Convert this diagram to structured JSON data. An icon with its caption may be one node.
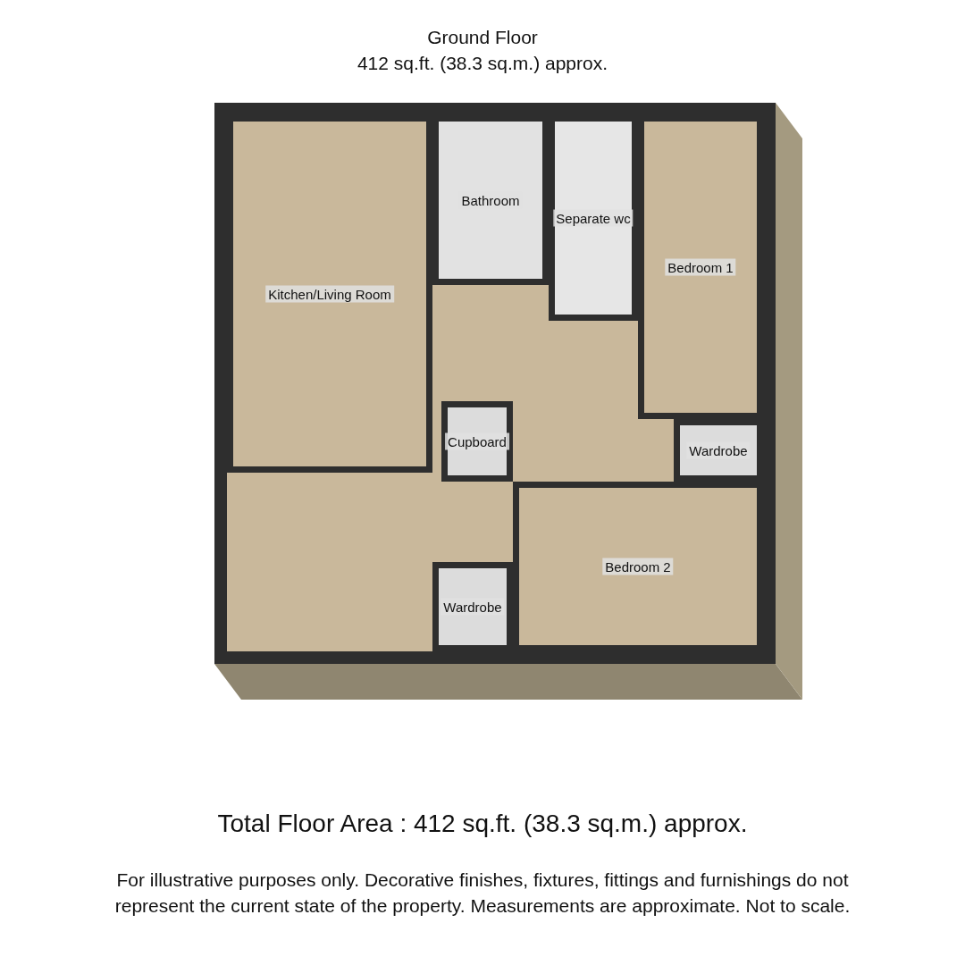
{
  "diagram": {
    "title": "Ground Floor",
    "caption": "For illustrative purposes only. Decorative finishes, fixtures, fittings and furnishings do not represent the current state of the property. Measurements are approximate. Not to scale.",
    "nodes": [
      {
        "text": [
          "Bathroom"
        ]
      },
      {
        "text": [
          "Separate wc"
        ]
      },
      {
        "text": [
          "Kitchen/Living Room"
        ]
      },
      {
        "text": [
          "Bedroom 1"
        ]
      },
      {
        "text": [
          "Cupboard"
        ]
      },
      {
        "text": [
          "Wardrobe"
        ]
      },
      {
        "text": [
          "Wardrobe"
        ]
      },
      {
        "text": [
          "Bedroom 2"
        ]
      }
    ],
    "labels": [
      "412 sq.ft. (38.3 sq.m.) approx.",
      "Total Floor Area : 412 sq.ft. (38.3 sq.m.) approx."
    ]
  }
}
